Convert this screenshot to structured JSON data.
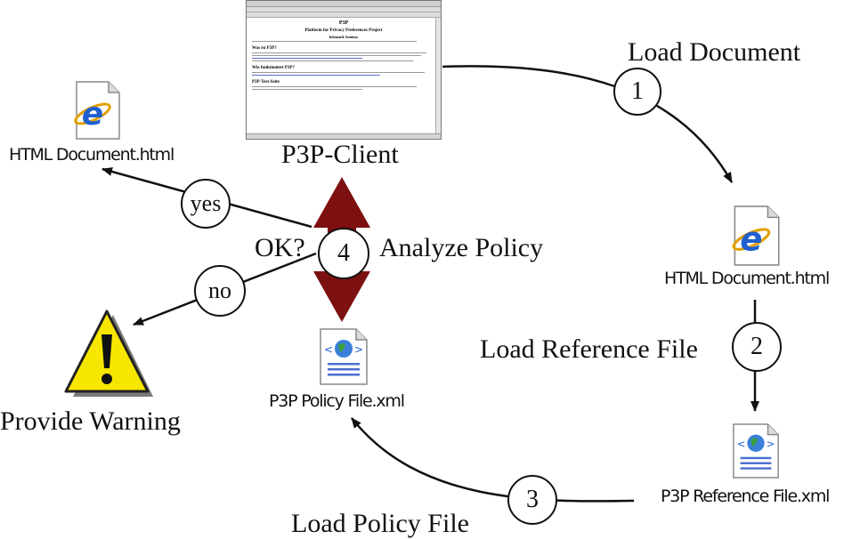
{
  "client_label": "P3P-Client",
  "browser": {
    "page_title": "P3P",
    "page_subtitle": "Platform for Privacy Preferences Project",
    "page_kicker": "Infomatik Seminar",
    "section1": "Was ist P3P?",
    "section2": "Wie funktioniert P3P?",
    "section3": "P3P-Test-Seite"
  },
  "steps": {
    "step1": {
      "number": "1",
      "label": "Load Document"
    },
    "step2": {
      "number": "2",
      "label": "Load Reference File"
    },
    "step3": {
      "number": "3",
      "label": "Load Policy File"
    },
    "step4": {
      "number": "4",
      "label": "Analyze Policy"
    }
  },
  "files": {
    "html_doc_left": "HTML Document.html",
    "html_doc_right": "HTML Document.html",
    "policy_file": "P3P Policy File.xml",
    "reference_file": "P3P Reference File.xml"
  },
  "decision": {
    "question": "OK?",
    "yes": "yes",
    "no": "no",
    "warning": "Provide Warning"
  },
  "colors": {
    "arrow": "#111111",
    "analyze_arrow": "#7d1010",
    "ie_blue": "#1f5fd0",
    "warning_yellow": "#f7e600"
  },
  "icons": [
    "ie-document-icon",
    "xml-file-icon",
    "warning-icon"
  ]
}
